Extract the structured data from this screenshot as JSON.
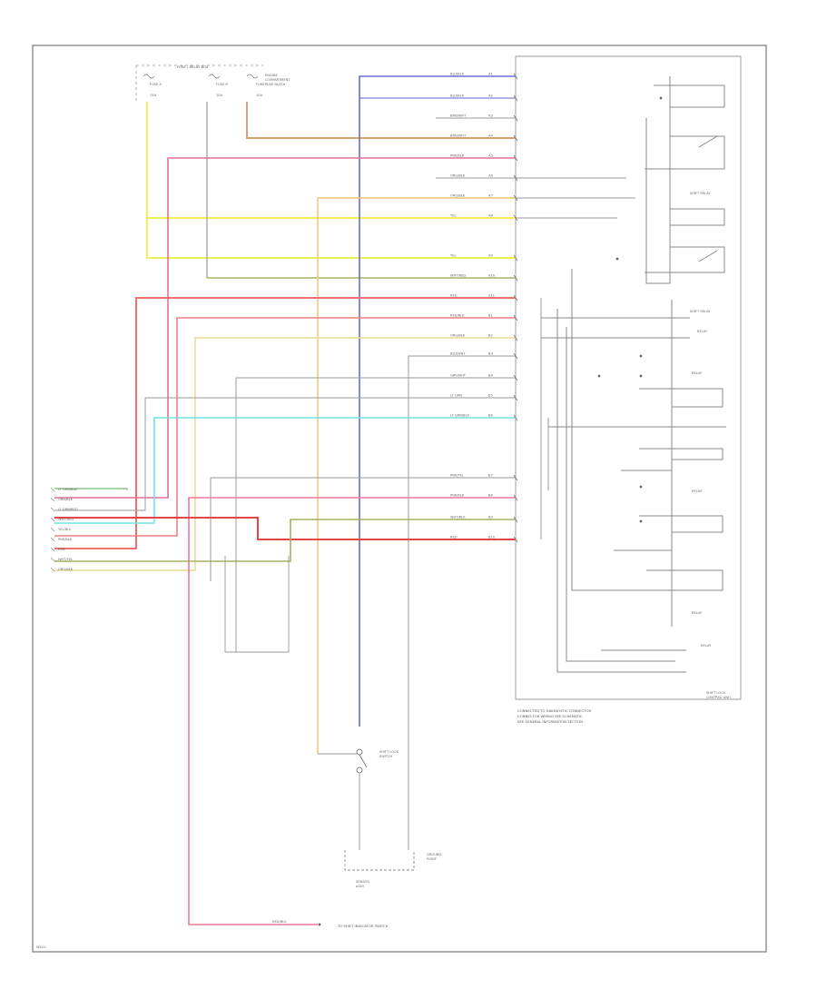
{
  "diagram": {
    "fuse_box_title": "FUSE / RELAY BOX",
    "fuse_a": "FUSE A",
    "fuse_b": "FUSE B",
    "fuse_c": "FUSE C",
    "fuse_a_amps": "15A",
    "fuse_b_amps": "10A",
    "fuse_c_amps": "10A",
    "engine_compartment": [
      "ENGINE",
      "COMPARTMENT",
      "FUSE BLOCK"
    ],
    "relay_labels": {
      "shift_relay_a": "SHIFT RELAY",
      "shift_relay_b": "SHIFT RELAY",
      "relay_1": "RELAY",
      "relay_2": "RELAY",
      "relay_3": "RELAY",
      "relay_4": "RELAY",
      "relay_5": "RELAY"
    },
    "control_module": [
      "SHIFT LOCK",
      "CONTROL UNIT"
    ],
    "switch_label": [
      "SHIFT LOCK",
      "SWITCH"
    ],
    "sensor_label": [
      "SENSOR",
      "ASSY"
    ],
    "ground_label": [
      "GROUND",
      "POINT"
    ],
    "lower_note": [
      "CONNECTED TO DIAGNOSTIC CONNECTOR",
      "CONNECTOR WIRING SEE SCHEMATIC",
      "SEE GENERAL INFORMATION SECTION"
    ],
    "bottom_note": "TO SHIFT INDICATOR SWITCH",
    "bottom_wire": "RED/BLK",
    "page_tag": "W4Ch",
    "left_harness": [
      "LT GRN/BLK",
      "GRN/BLK",
      "LT GRN/RED",
      "WHT/RED",
      "YEL/BLK",
      "PNK/BLK",
      "RED",
      "WHT/YEL",
      "ORG/BLK"
    ],
    "wires": [
      {
        "label": "BLU/BLK",
        "pin": "A1"
      },
      {
        "label": "BLU/BLK",
        "pin": "A2"
      },
      {
        "label": "BRN/WHT",
        "pin": "A3"
      },
      {
        "label": "BRN/WHT",
        "pin": "A4"
      },
      {
        "label": "PNK/BLK",
        "pin": "A5"
      },
      {
        "label": "ORG/BLK",
        "pin": "A6"
      },
      {
        "label": "ORG/BLK",
        "pin": "A7"
      },
      {
        "label": "YEL",
        "pin": "A8"
      },
      {
        "label": "YEL",
        "pin": "A9"
      },
      {
        "label": "WHT/RED",
        "pin": "A10"
      },
      {
        "label": "RED",
        "pin": "A11"
      },
      {
        "label": "RED/BLK",
        "pin": "B1"
      },
      {
        "label": "ORG/BLK",
        "pin": "B2"
      },
      {
        "label": "BLU/WHT",
        "pin": "B3"
      },
      {
        "label": "GRY/WHT",
        "pin": "B4"
      },
      {
        "label": "LT GRN",
        "pin": "B5"
      },
      {
        "label": "LT GRN/BLK",
        "pin": "B6"
      },
      {
        "label": "PNK/YEL",
        "pin": "B7"
      },
      {
        "label": "PNK/BLK",
        "pin": "B8"
      },
      {
        "label": "WHT/BLK",
        "pin": "B9"
      },
      {
        "label": "RED",
        "pin": "B10"
      }
    ]
  }
}
